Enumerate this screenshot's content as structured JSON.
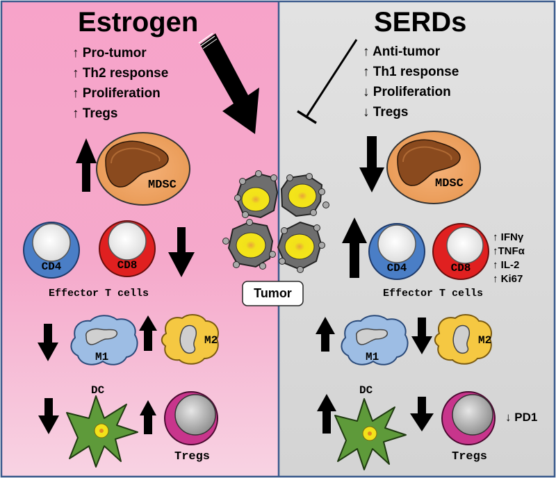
{
  "left_panel": {
    "title": "Estrogen",
    "effects": [
      "↑ Pro-tumor",
      "↑ Th2 response",
      "↑ Proliferation",
      "↑ Tregs"
    ],
    "mdsc_label": "MDSC",
    "cd4_label": "CD4",
    "cd8_label": "CD8",
    "effector_label": "Effector T cells",
    "m1_label": "M1",
    "m2_label": "M2",
    "dc_label": "DC",
    "tregs_label": "Tregs",
    "color": "#F9A6CA"
  },
  "right_panel": {
    "title": "SERDs",
    "effects": [
      "↑ Anti-tumor",
      "↑ Th1 response",
      "↓ Proliferation",
      "↓ Tregs"
    ],
    "mdsc_label": "MDSC",
    "cd4_label": "CD4",
    "cd8_label": "CD8",
    "effector_label": "Effector T cells",
    "cytokines": [
      "IFNγ",
      "TNFα",
      "IL-2",
      "Ki67"
    ],
    "m1_label": "M1",
    "m2_label": "M2",
    "dc_label": "DC",
    "tregs_label": "Tregs",
    "pd1_label": "PD1",
    "color": "#DEDEDE"
  },
  "tumor_label": "Tumor",
  "colors": {
    "cd4": "#4A7EC6",
    "cd8": "#E02020",
    "mdsc": "#EFA060",
    "macrophage_m1": "#9DBDE4",
    "macrophage_m2": "#F5C842",
    "dc": "#5E9A3A",
    "tregs": "#C8358C",
    "tumor_cell": "#6E6E6E",
    "tumor_nucleus": "#F2E21A",
    "border": "#3A5A8C"
  }
}
